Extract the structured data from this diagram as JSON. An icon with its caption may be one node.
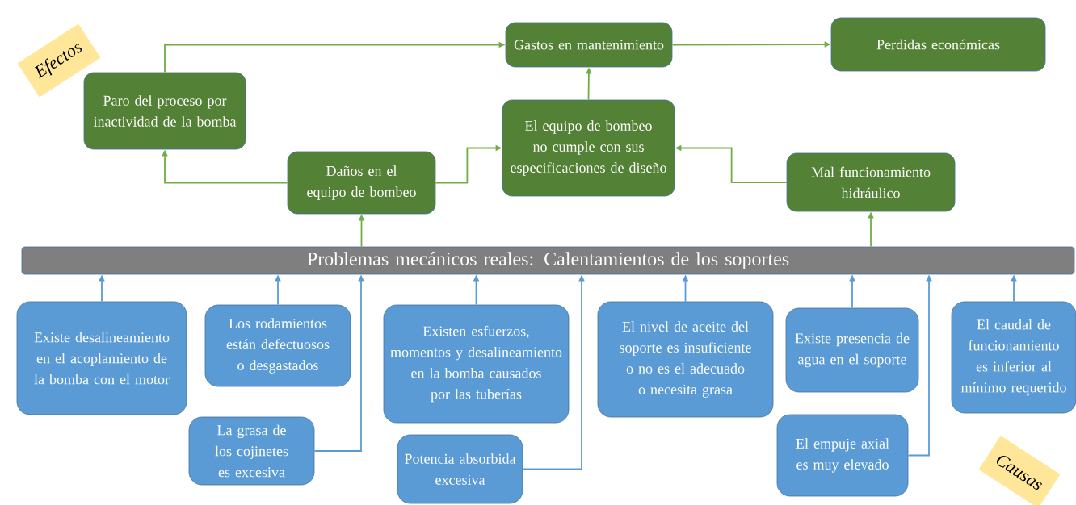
{
  "diagram": {
    "nodes": [
      {
        "text": [
          "Efectos"
        ]
      },
      {
        "text": [
          "Paro del proceso por inactividad de la bomba"
        ]
      },
      {
        "text": [
          "Gastos en mantenimiento"
        ]
      },
      {
        "text": [
          "Perdidas económicas"
        ]
      },
      {
        "text": [
          "El equipo de bombeo no cumple con sus especificaciones de diseño"
        ]
      },
      {
        "text": [
          "Daños en el equipo de bombeo"
        ]
      },
      {
        "text": [
          "Mal funcionamiento hidráulico"
        ]
      },
      {
        "text": [
          "Problemas mecánicos reales: Calentamientos de los soportes"
        ]
      },
      {
        "text": [
          "Existe desalineamiento en el acoplamiento de la bomba con el motor"
        ]
      },
      {
        "text": [
          "Los rodamientos están defectuosos o desgastados"
        ]
      },
      {
        "text": [
          "La grasa de los cojinetes es excesiva"
        ]
      },
      {
        "text": [
          "Existen esfuerzos, momentos y desalineamiento en la bomba causados por las tuberías"
        ]
      },
      {
        "text": [
          "Potencia absorbida excesiva"
        ]
      },
      {
        "text": [
          "El nivel de aceite del soporte es insuficiente o no es el adecuado o necesita grasa"
        ]
      },
      {
        "text": [
          "Existe presencia de agua en el soporte"
        ]
      },
      {
        "text": [
          "El empuje axial es muy elevado"
        ]
      },
      {
        "text": [
          "El caudal de funcionamiento es inferior al mínimo requerido"
        ]
      },
      {
        "text": [
          "Causas"
        ]
      }
    ],
    "edges": [
      {
        "from": 1,
        "to": 2,
        "arrow": "to",
        "color": "#70ad47"
      },
      {
        "from": 5,
        "to": 1,
        "arrow": "to",
        "color": "#70ad47"
      },
      {
        "from": 5,
        "to": 4,
        "arrow": "to",
        "color": "#70ad47"
      },
      {
        "from": 4,
        "to": 2,
        "arrow": "to",
        "color": "#70ad47"
      },
      {
        "from": 2,
        "to": 3,
        "arrow": "to",
        "color": "#70ad47"
      },
      {
        "from": 6,
        "to": 4,
        "arrow": "to",
        "color": "#70ad47"
      },
      {
        "from": 7,
        "to": 5,
        "arrow": "to",
        "color": "#70ad47"
      },
      {
        "from": 7,
        "to": 6,
        "arrow": "to",
        "color": "#70ad47"
      },
      {
        "from": 8,
        "to": 7,
        "arrow": "to"
      },
      {
        "from": 9,
        "to": 7,
        "arrow": "to"
      },
      {
        "from": 10,
        "to": 7,
        "arrow": "to"
      },
      {
        "from": 11,
        "to": 7,
        "arrow": "to"
      },
      {
        "from": 12,
        "to": 7,
        "arrow": "to"
      },
      {
        "from": 13,
        "to": 7,
        "arrow": "to"
      },
      {
        "from": 14,
        "to": 7,
        "arrow": "to"
      },
      {
        "from": 15,
        "to": 7,
        "arrow": "to"
      },
      {
        "from": 16,
        "to": 7,
        "arrow": "to"
      }
    ]
  }
}
